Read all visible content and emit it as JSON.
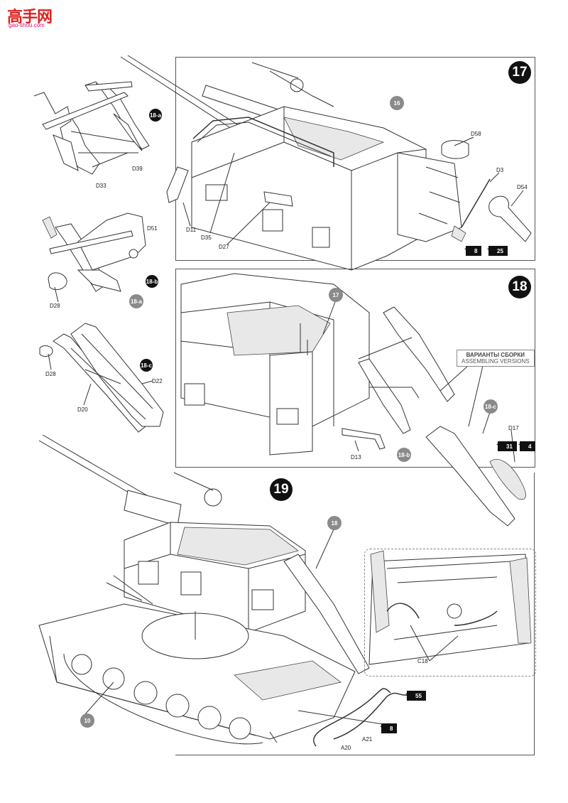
{
  "logo": {
    "brand": "高手网",
    "url": "gao-shou.com"
  },
  "steps": {
    "s17": "17",
    "s18": "18",
    "s19": "19"
  },
  "sub_steps": {
    "a": "18-a",
    "b": "18-b",
    "c": "18-c"
  },
  "refs": {
    "r16": "16",
    "r17": "17",
    "r18": "18",
    "r18a": "18-a",
    "r18b": "18-b",
    "r18c": "18-c",
    "r10": "10"
  },
  "parts": {
    "D39": "D39",
    "D33": "D33",
    "D51": "D51",
    "D28a": "D28",
    "D28b": "D28",
    "D22": "D22",
    "D20": "D20",
    "D11": "D11",
    "D35": "D35",
    "D27": "D27",
    "D58": "D58",
    "D3": "D3",
    "D54": "D54",
    "D13": "D13",
    "D17": "D17",
    "C18": "C18",
    "A21": "A21",
    "A20": "A20"
  },
  "paint_flags": {
    "f8a": "8",
    "f25": "25",
    "f31": "31",
    "f4": "4",
    "f55": "55",
    "f8b": "8"
  },
  "variants_box": {
    "ru": "ВАРИАНТЫ СБОРКИ",
    "en": "ASSEMBLING VERSIONS"
  },
  "colors": {
    "badge": "#111111",
    "ref_grey": "#8a8a8a",
    "logo_red": "#dd2222"
  }
}
